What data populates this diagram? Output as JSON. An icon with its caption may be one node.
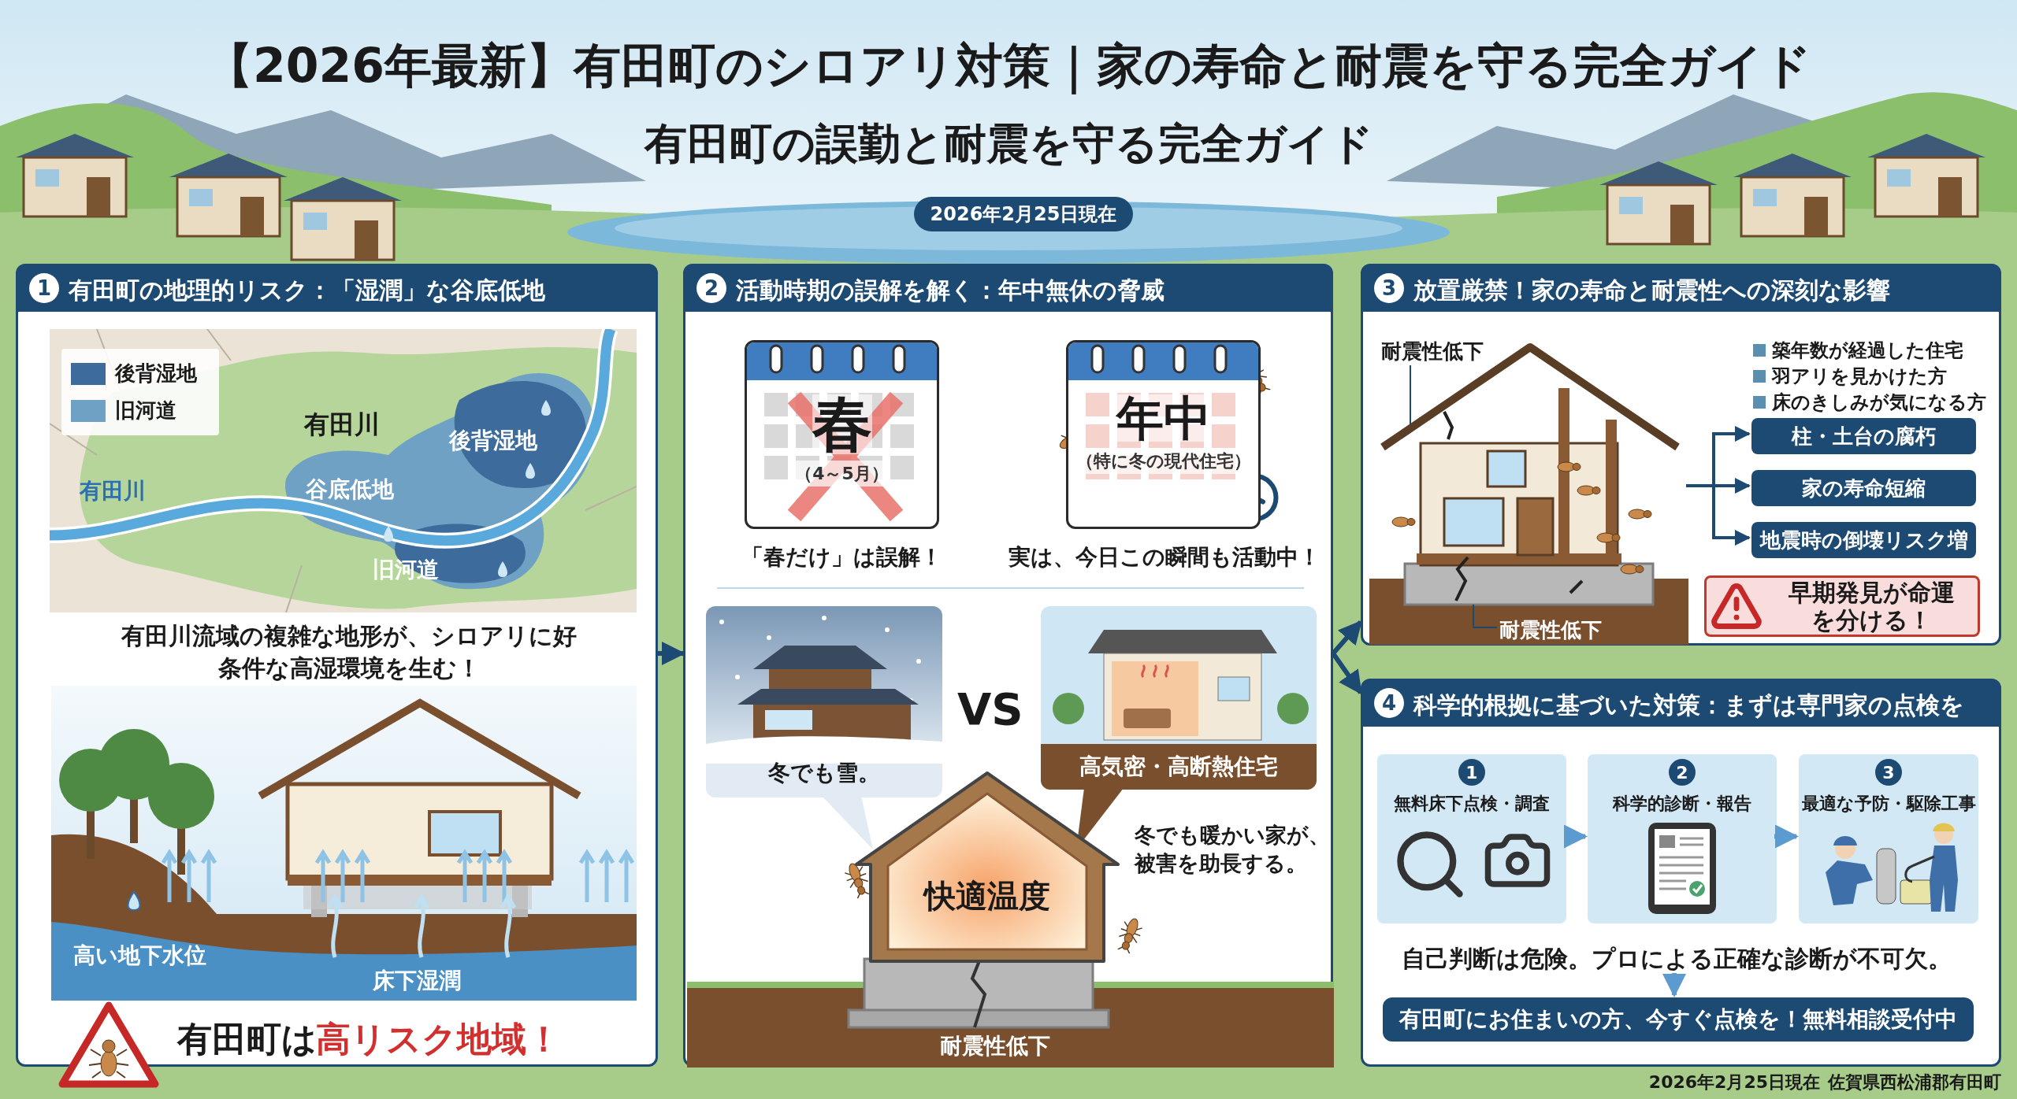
{
  "diagram": {
    "title": "【2026年最新】有田町のシロアリ対策｜家の寿命と耐震を守る完全ガイド",
    "nodes": [
      {
        "text": [
          "1",
          "有田町の地理的リスク：「湿潤」な谷底低地"
        ]
      },
      {
        "text": [
          "2",
          "活動時期の誤解を解く：年中無休の脅威"
        ]
      },
      {
        "text": [
          "3",
          "放置厳禁！家の寿命と耐震性への深刻な影響"
        ]
      },
      {
        "text": [
          "4",
          "科学的根拠に基づいた対策：まずは専門家の点検を"
        ]
      },
      {
        "text": [
          "春",
          "（4～5月）"
        ],
        "in": 1,
        "beside": [
          "「春だけ」は誤解！"
        ]
      },
      {
        "text": [
          "年中",
          "（特に冬の現代住宅）"
        ],
        "in": 1,
        "beside": [
          "実は、今日この瞬間も活動中！"
        ]
      },
      {
        "text": [
          "冬でも雪。"
        ],
        "in": 1
      },
      {
        "text": [
          "高気密・高断熱住宅"
        ],
        "in": 1
      },
      {
        "text": [
          "快適温度"
        ],
        "in": 1
      },
      {
        "text": [],
        "shape": "picture",
        "in": 2
      },
      {
        "text": [
          "耐震性低下"
        ],
        "in": 2
      },
      {
        "text": [
          "耐震性低下"
        ],
        "in": 9
      },
      {
        "text": [
          "柱・土台の腐朽"
        ],
        "in": 2
      },
      {
        "text": [
          "家の寿命短縮"
        ],
        "in": 2
      },
      {
        "text": [
          "地震時の倒壊リスク増"
        ],
        "in": 2
      },
      {
        "text": [
          "早期発見が命運を分ける！"
        ],
        "in": 2
      },
      {
        "text": [
          "1",
          "無料床下点検・調査"
        ],
        "in": 3
      },
      {
        "text": [
          "2",
          "科学的診断・報告"
        ],
        "in": 3
      },
      {
        "text": [
          "3",
          "最適な予防・駆除工事"
        ],
        "in": 3
      },
      {
        "text": [
          "自己判断は危険。プロによる正確な診断が不可欠。"
        ],
        "in": 3
      },
      {
        "text": [
          "有田町にお住まいの方、今すぐ点検を！無料相談受付中"
        ],
        "in": 3
      },
      {
        "text": [
          "2026年2月25日現在"
        ]
      }
    ],
    "edges": [
      {
        "from": 0,
        "to": 1,
        "arrow": "to"
      },
      {
        "from": 1,
        "to": 2,
        "arrow": "to"
      },
      {
        "from": 1,
        "to": 3,
        "arrow": "to"
      },
      {
        "from": 9,
        "to": 12,
        "arrow": "to"
      },
      {
        "from": 9,
        "to": 13,
        "arrow": "to"
      },
      {
        "from": 9,
        "to": 14,
        "arrow": "to"
      },
      {
        "from": 10,
        "to": 9,
        "arrow": "none"
      },
      {
        "from": 11,
        "to": 9,
        "arrow": "none"
      },
      {
        "from": 16,
        "to": 17,
        "arrow": "to",
        "color": "#5b9bd0"
      },
      {
        "from": 17,
        "to": 18,
        "arrow": "to",
        "color": "#5b9bd0"
      },
      {
        "from": 19,
        "to": 20,
        "arrow": "to",
        "color": "#5b9bd0"
      }
    ],
    "labels": [
      "有田町の誤勤と耐震を守る完全ガイド",
      "有田川",
      "有田川",
      "後背湿地",
      "谷底低地",
      "旧河道",
      "有田川流域の複雑な地形が、シロアリに好条件な高湿環境を生む！",
      "高い地下水位",
      "床下湿潤",
      "有田町は",
      "高リスク地域！",
      "VS",
      "冬でも暖かい家が、被害を助長する。",
      "耐震性低下",
      "築年数が経過した住宅",
      "羽アリを見かけた方",
      "床のきしみが気になる方",
      "2026年2月25日現在",
      "佐賀県西松浦郡有田町"
    ],
    "legend": [
      {
        "text": "後背湿地",
        "color": "#3d6c9c"
      },
      {
        "text": "旧河道",
        "color": "#6fa1c4"
      }
    ]
  }
}
